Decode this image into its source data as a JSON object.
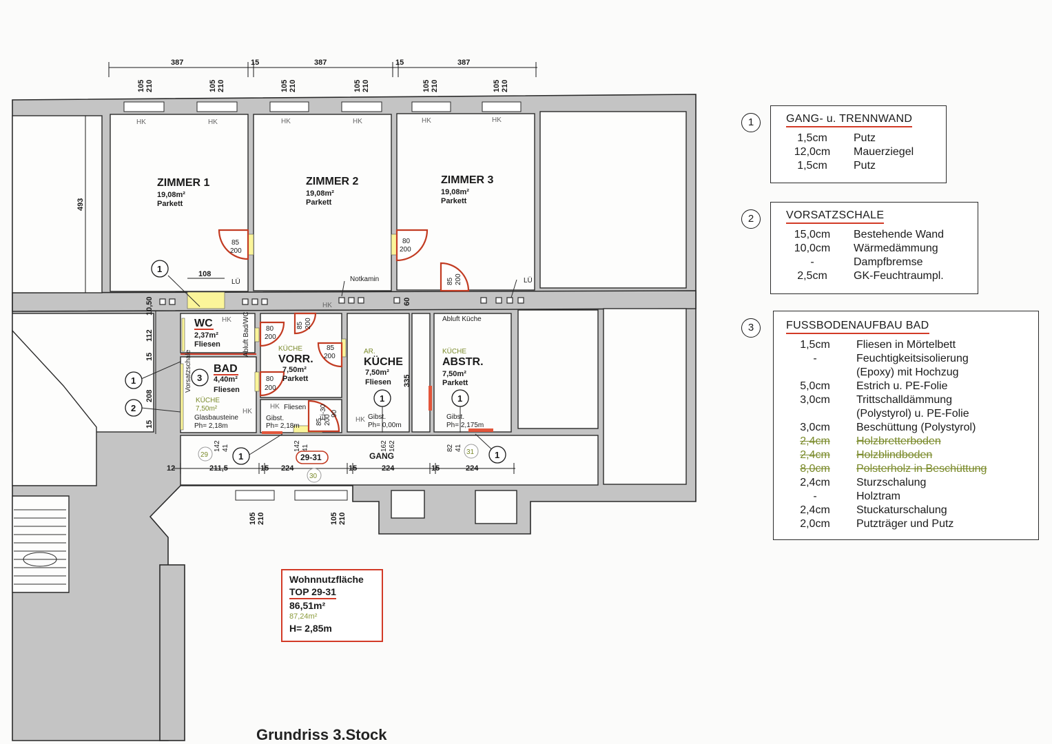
{
  "dimensions": {
    "top": [
      "387",
      "15",
      "387",
      "15",
      "387"
    ],
    "window": [
      "105",
      "210"
    ],
    "left_height": "493",
    "wc_width": "108",
    "left_stack": [
      "10,50",
      "112",
      "15",
      "208",
      "15"
    ],
    "kueche_width": "335",
    "gang_widths": [
      "12",
      "211,5",
      "15",
      "224",
      "15",
      "224",
      "15",
      "224"
    ],
    "door_labels": [
      "85",
      "200",
      "80",
      "200",
      "85",
      "200",
      "85",
      "200",
      "80",
      "200",
      "90",
      "200"
    ],
    "pairs": [
      "142",
      "41",
      "162",
      "162",
      "82",
      "41",
      "60"
    ]
  },
  "rooms": [
    {
      "name": "ZIMMER 1",
      "area": "19,08m²",
      "floor": "Parkett"
    },
    {
      "name": "ZIMMER 2",
      "area": "19,08m²",
      "floor": "Parkett"
    },
    {
      "name": "ZIMMER 3",
      "area": "19,08m²",
      "floor": "Parkett"
    },
    {
      "name": "WC",
      "area": "2,37m²",
      "floor": "Fliesen"
    },
    {
      "name": "BAD",
      "area": "4,40m²",
      "floor": "Fliesen"
    },
    {
      "name": "VORR.",
      "area": "7,50m²",
      "floor": "Parkett",
      "prefix": "KÜCHE"
    },
    {
      "name": "KÜCHE",
      "area": "7,50m²",
      "floor": "Fliesen",
      "prefix": "AR."
    },
    {
      "name": "ABSTR.",
      "area": "7,50m²",
      "floor": "Parkett",
      "prefix": "KÜCHE"
    }
  ],
  "labels": {
    "hk": "HK",
    "lue": "LÜ",
    "notkamin": "Notkamin",
    "abluft_kueche": "Abluft Küche",
    "abluft_bad": "Abluft Bad/WC",
    "vorsatzschale": "Vorsatzschale",
    "kueche_old": "KÜCHE",
    "kueche_old_area": "7,50m²",
    "glasbausteine": "Glasbausteine",
    "ph1": "Ph= 2,18m",
    "gibst": "Gibst.",
    "ph2": "Ph= 2,18m",
    "fliesen": "Fliesen",
    "gibst2": "Gibst.",
    "ph3": "Ph= 0,00m",
    "gibst3": "Gibst.",
    "ph4": "Ph= 2,175m",
    "ei": "Ei-30",
    "gang": "GANG",
    "top": "29-31",
    "c29": "29",
    "c30": "30",
    "c31": "31"
  },
  "markers": [
    "1",
    "2",
    "3"
  ],
  "legend": [
    {
      "no": "1",
      "title": "GANG- u. TRENNWAND",
      "rows": [
        {
          "v": "1,5cm",
          "m": "Putz"
        },
        {
          "v": "12,0cm",
          "m": "Mauerziegel"
        },
        {
          "v": "1,5cm",
          "m": "Putz"
        }
      ]
    },
    {
      "no": "2",
      "title": "VORSATZSCHALE",
      "rows": [
        {
          "v": "15,0cm",
          "m": "Bestehende Wand"
        },
        {
          "v": "10,0cm",
          "m": "Wärmedämmung"
        },
        {
          "v": "-",
          "m": "Dampfbremse"
        },
        {
          "v": "2,5cm",
          "m": "GK-Feuchtraumpl."
        }
      ]
    },
    {
      "no": "3",
      "title": "FUSSBODENAUFBAU BAD",
      "rows": [
        {
          "v": "1,5cm",
          "m": "Fliesen in Mörtelbett"
        },
        {
          "v": "-",
          "m": "Feuchtigkeitsisolierung"
        },
        {
          "v": "",
          "m": "(Epoxy) mit Hochzug"
        },
        {
          "v": "5,0cm",
          "m": "Estrich u. PE-Folie"
        },
        {
          "v": "3,0cm",
          "m": "Trittschalldämmung"
        },
        {
          "v": "",
          "m": "(Polystyrol) u. PE-Folie"
        },
        {
          "v": "3,0cm",
          "m": "Beschüttung (Polystyrol)"
        },
        {
          "v": "2,4cm",
          "m": "Holzbretterboden",
          "strike": true
        },
        {
          "v": "2,4cm",
          "m": "Holzblindboden",
          "strike": true
        },
        {
          "v": "8,0cm",
          "m": "Polsterholz in Beschüttung",
          "strike": true
        },
        {
          "v": "2,4cm",
          "m": "Sturzschalung"
        },
        {
          "v": "-",
          "m": "Holztram"
        },
        {
          "v": "2,4cm",
          "m": "Stuckaturschalung"
        },
        {
          "v": "2,0cm",
          "m": "Putzträger und Putz"
        }
      ]
    }
  ],
  "summary": {
    "title1": "Wohnnutzfläche",
    "title2": "TOP 29-31",
    "area": "86,51m²",
    "area_old": "87,24m²",
    "height": "H= 2,85m"
  },
  "footer": "Grundriss 3.Stock"
}
